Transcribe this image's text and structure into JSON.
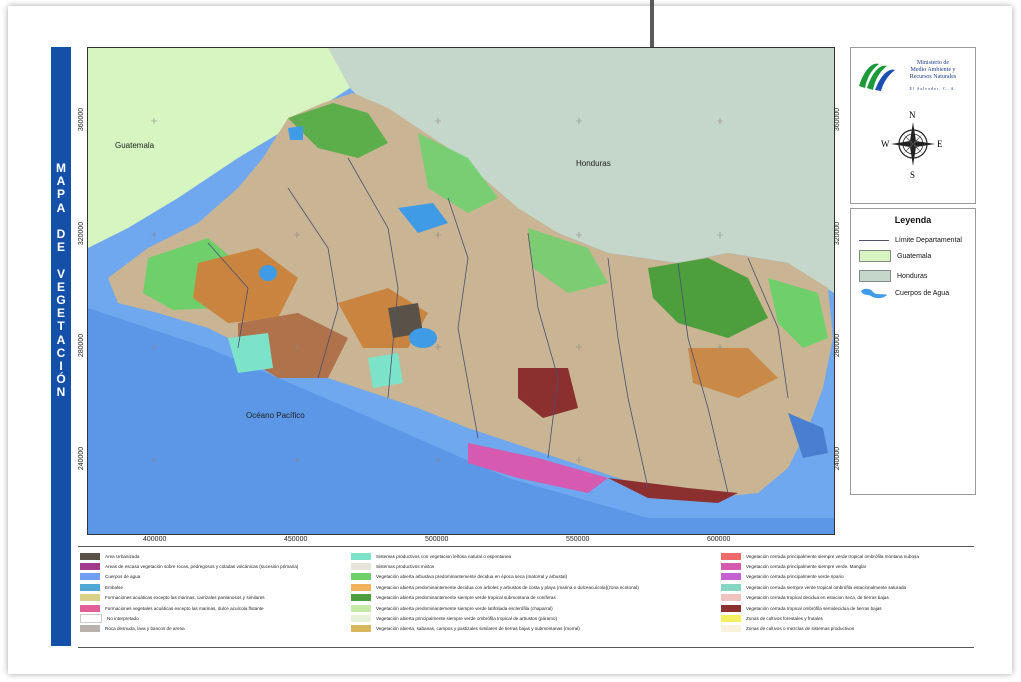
{
  "title_letters": [
    "M",
    "A",
    "P",
    "A",
    "",
    "D",
    "E",
    "",
    "V",
    "E",
    "G",
    "E",
    "T",
    "A",
    "C",
    "I",
    "Ó",
    "N"
  ],
  "map": {
    "labels": {
      "guatemala": "Guatemala",
      "honduras": "Honduras",
      "ocean": "Océano Pacífico"
    },
    "x_ticks": [
      "400000",
      "450000",
      "500000",
      "550000",
      "600000"
    ],
    "y_ticks": [
      "360000",
      "320000",
      "280000",
      "240000"
    ]
  },
  "logo": {
    "ministry_line1": "Ministerio de",
    "ministry_line2": "Medio Ambiente y",
    "ministry_line3": "Recursos Naturales",
    "country": "El Salvador, C. A.",
    "compass": {
      "n": "N",
      "s": "S",
      "e": "E",
      "w": "W"
    }
  },
  "legend": {
    "title": "Leyenda",
    "items": [
      {
        "label": "Límite Departamental",
        "kind": "line",
        "color": "#4a5070"
      },
      {
        "label": "Guatemala",
        "kind": "fill",
        "color": "#d6f5c0"
      },
      {
        "label": "Honduras",
        "kind": "fill",
        "color": "#c5d6cb"
      },
      {
        "label": "Cuerpos de Agua",
        "kind": "water",
        "color": "#3f9be6"
      }
    ]
  },
  "vegetation_legend": {
    "col1": [
      {
        "label": "Area Urbanizada",
        "color": "#5a5249"
      },
      {
        "label": "Areas de escasa vegetación sobre rocas, pedregosos y coladas volcánicas (sucesión primaria)",
        "color": "#a03a8a"
      },
      {
        "label": "Cuerpos de agua",
        "color": "#6f9ef3"
      },
      {
        "label": "Embalse",
        "color": "#4fa8d4"
      },
      {
        "label": "Formaciones acuáticas excepto las marinas, carrizales pantanosos y similares",
        "color": "#d9d18a"
      },
      {
        "label": "Formaciones vegetales acuáticas excepto las marinas, dulce acuícola flotante",
        "color": "#e25f98"
      },
      {
        "label": "No interpretado",
        "color": "#ffffff"
      },
      {
        "label": "Roca desnuda, lava y bancos de arena",
        "color": "#b8b1ad"
      }
    ],
    "col2": [
      {
        "label": "Sistemas productivos con vegetacion leñosa natural o espontanea",
        "color": "#7de3c8"
      },
      {
        "label": "Sistemas productivos mixtos",
        "color": "#e7e4dc"
      },
      {
        "label": "Vegetación abierta arbustiva predominantemente decidua en época seca (matorral y arbustal)",
        "color": "#6fd06b"
      },
      {
        "label": "Vegetacion abierta predominantemente decidua con arboles y arbustos de costa y playa (marina o dulceacuícola)(zona ecotonal)",
        "color": "#f0b25a"
      },
      {
        "label": "Vegetación abierta predominantemente siempre verde tropical submontana de coníferas",
        "color": "#4d9e3c"
      },
      {
        "label": "Vegetación abierta predominantemente siempre verde latifoliada esclerófila (chaparral)",
        "color": "#c6e9a8"
      },
      {
        "label": "Vegetación abierta principalmente siempre verde ombrófila tropical de arbustos (páramo)",
        "color": "#e8f2d9"
      },
      {
        "label": "Vegetación abierta, sabanas, campos y pastizales similares de tierras bajas y submontanas (morral)",
        "color": "#d8b85c"
      }
    ],
    "col3": [
      {
        "label": "Vegetación cerrada principalmente siempre verde tropical ombrófila montana nubosa",
        "color": "#ef6a6a"
      },
      {
        "label": "Vegetación cerrada principalmente siempre verde. Manglar",
        "color": "#d55ab0"
      },
      {
        "label": "Vegetación cerrada principalmente verde ripario",
        "color": "#c560d0"
      },
      {
        "label": "Vegetación cerrada siempre verde tropical ombrófila estacionalmente saturada",
        "color": "#86d6c3"
      },
      {
        "label": "Vegetación cerrada tropical decidua  en estacion seca, de tierras bajas",
        "color": "#f0c3c0"
      },
      {
        "label": "Vegetación cerrada tropical ombrófila semidecidua de tierras bajas",
        "color": "#8b2f2f"
      },
      {
        "label": "Zonas de cultivos forestales y frutales",
        "color": "#f5ef62"
      },
      {
        "label": "Zonas de cultivos o mezclas de sistemas productivos",
        "color": "#f8f1dc"
      }
    ]
  }
}
